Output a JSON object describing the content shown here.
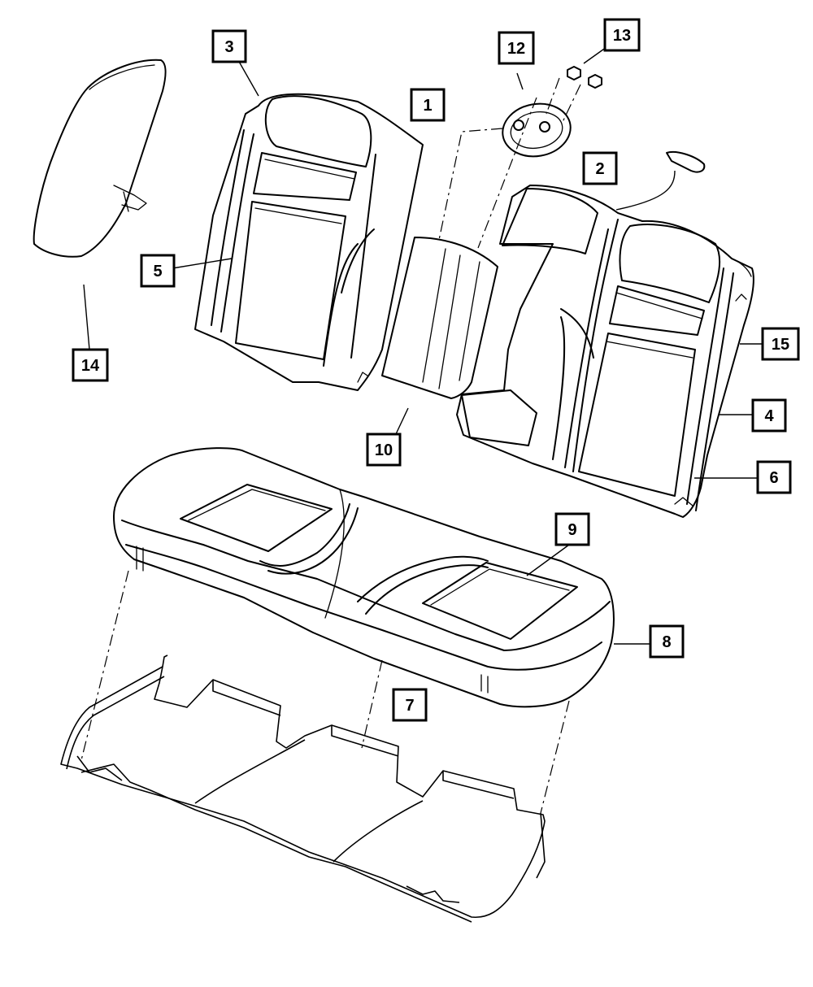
{
  "callouts": [
    {
      "id": "c1",
      "label": "1"
    },
    {
      "id": "c2",
      "label": "2"
    },
    {
      "id": "c3",
      "label": "3"
    },
    {
      "id": "c4",
      "label": "4"
    },
    {
      "id": "c5",
      "label": "5"
    },
    {
      "id": "c6",
      "label": "6"
    },
    {
      "id": "c7",
      "label": "7"
    },
    {
      "id": "c8",
      "label": "8"
    },
    {
      "id": "c9",
      "label": "9"
    },
    {
      "id": "c10",
      "label": "10"
    },
    {
      "id": "c12",
      "label": "12"
    },
    {
      "id": "c13",
      "label": "13"
    },
    {
      "id": "c14",
      "label": "14"
    },
    {
      "id": "c15",
      "label": "15"
    }
  ]
}
